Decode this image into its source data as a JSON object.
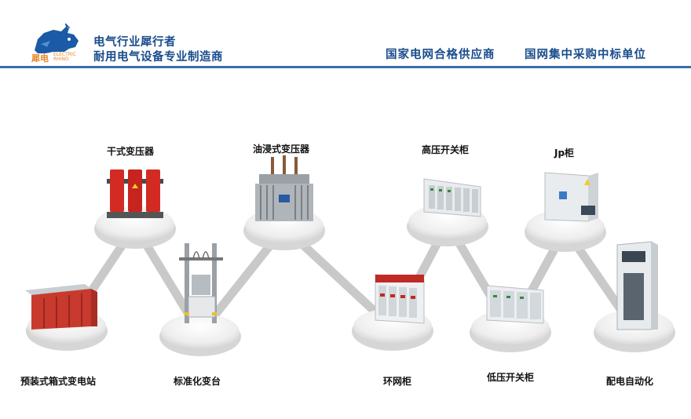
{
  "header": {
    "slogan_line1": "电气行业犀行者",
    "slogan_line2": "耐用电气设备专业制造商",
    "logo_text": "犀电",
    "logo_subtext": "ELECTRIC RHINO",
    "cert1": "国家电网合格供应商",
    "cert2": "国网集中采购中标单位"
  },
  "products": {
    "dry_transformer": "干式变压器",
    "oil_transformer": "油浸式变压器",
    "hv_switchgear": "高压开关柜",
    "jp_cabinet": "Jp柜",
    "box_substation": "预装式箱式变电站",
    "standard_platform": "标准化变台",
    "ring_main_unit": "环网柜",
    "lv_switchgear": "低压开关柜",
    "distribution_automation": "配电自动化"
  }
}
